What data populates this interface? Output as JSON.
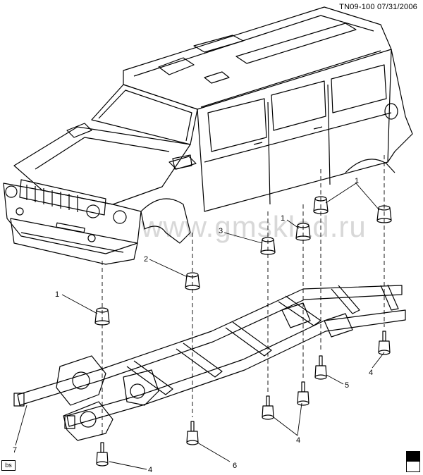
{
  "header": {
    "code": "TN09-100",
    "date": "07/31/2006"
  },
  "watermark": "www.gmsklad.ru",
  "corner_tag": "bs",
  "callouts": [
    {
      "id": "c1a",
      "number": "1"
    },
    {
      "id": "c1b",
      "number": "1"
    },
    {
      "id": "c1c",
      "number": "1"
    },
    {
      "id": "c2",
      "number": "2"
    },
    {
      "id": "c3",
      "number": "3"
    },
    {
      "id": "c4a",
      "number": "4"
    },
    {
      "id": "c4b",
      "number": "4"
    },
    {
      "id": "c4c",
      "number": "4"
    },
    {
      "id": "c5",
      "number": "5"
    },
    {
      "id": "c6",
      "number": "6"
    },
    {
      "id": "c7",
      "number": "7"
    }
  ]
}
